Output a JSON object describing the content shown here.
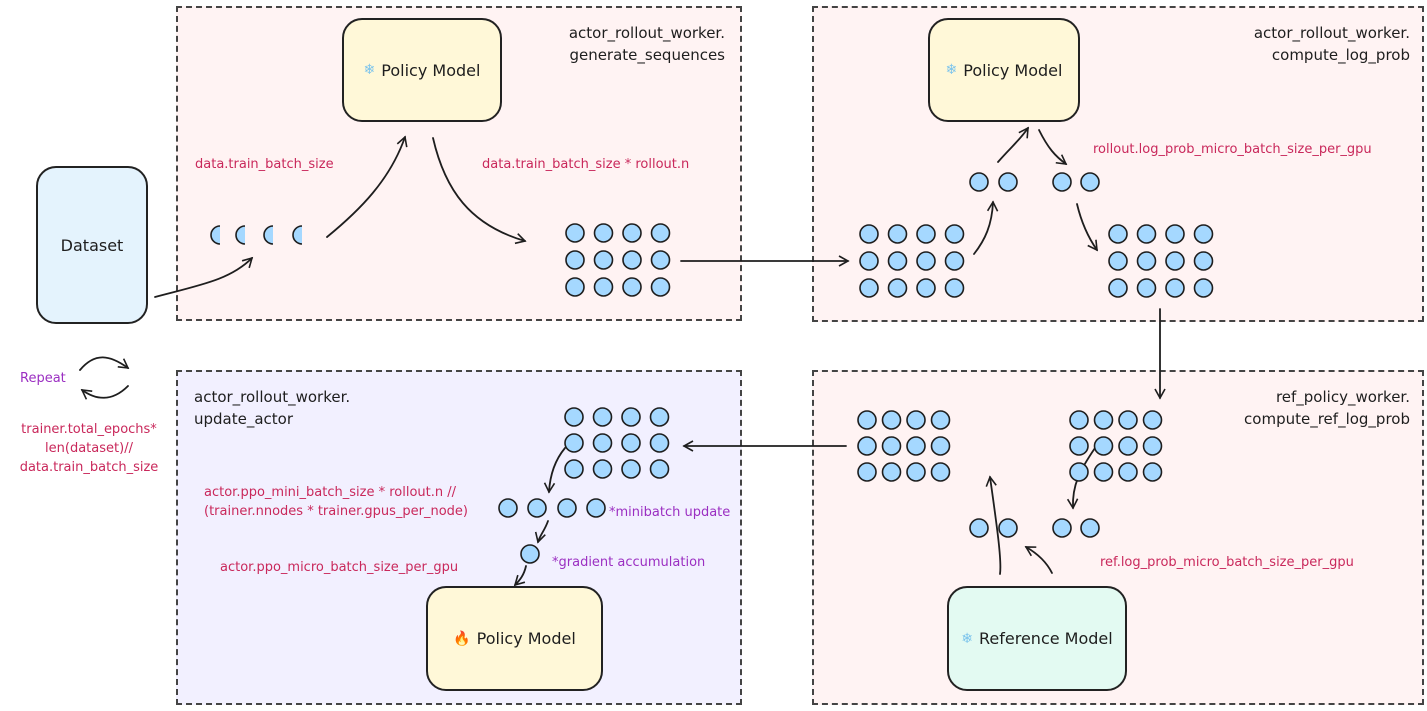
{
  "colors": {
    "circle_fill": "#a5d8ff",
    "circle_stroke": "#1e1e1e",
    "pink_panel": "#fff3f3",
    "violet_panel": "#f2f0ff",
    "label_red": "#c9285b",
    "label_purple": "#9b2fc2"
  },
  "dataset": {
    "label": "Dataset"
  },
  "repeat": {
    "label": "Repeat",
    "formula": [
      "trainer.total_epochs*",
      "len(dataset)//",
      "data.train_batch_size"
    ]
  },
  "panels": {
    "generate": {
      "title": [
        "actor_rollout_worker.",
        "generate_sequences"
      ],
      "model": {
        "icon": "snowflake-icon",
        "glyph": "❄",
        "label": "Policy Model"
      },
      "input_label": "data.train_batch_size",
      "output_label": "data.train_batch_size * rollout.n"
    },
    "log_prob": {
      "title": [
        "actor_rollout_worker.",
        "compute_log_prob"
      ],
      "model": {
        "icon": "snowflake-icon",
        "glyph": "❄",
        "label": "Policy Model"
      },
      "micro_label": "rollout.log_prob_micro_batch_size_per_gpu"
    },
    "ref": {
      "title": [
        "ref_policy_worker.",
        "compute_ref_log_prob"
      ],
      "model": {
        "icon": "snowflake-icon",
        "glyph": "❄",
        "label": "Reference Model"
      },
      "micro_label": "ref.log_prob_micro_batch_size_per_gpu"
    },
    "update": {
      "title": [
        "actor_rollout_worker.",
        "update_actor"
      ],
      "model": {
        "icon": "fire-icon",
        "glyph": "🔥",
        "label": "Policy Model"
      },
      "mini_label": [
        "actor.ppo_mini_batch_size * rollout.n //",
        "(trainer.nnodes * trainer.gpus_per_node)"
      ],
      "micro_label": "actor.ppo_micro_batch_size_per_gpu",
      "minibatch_note": "*minibatch update",
      "grad_note": "*gradient accumulation"
    }
  }
}
